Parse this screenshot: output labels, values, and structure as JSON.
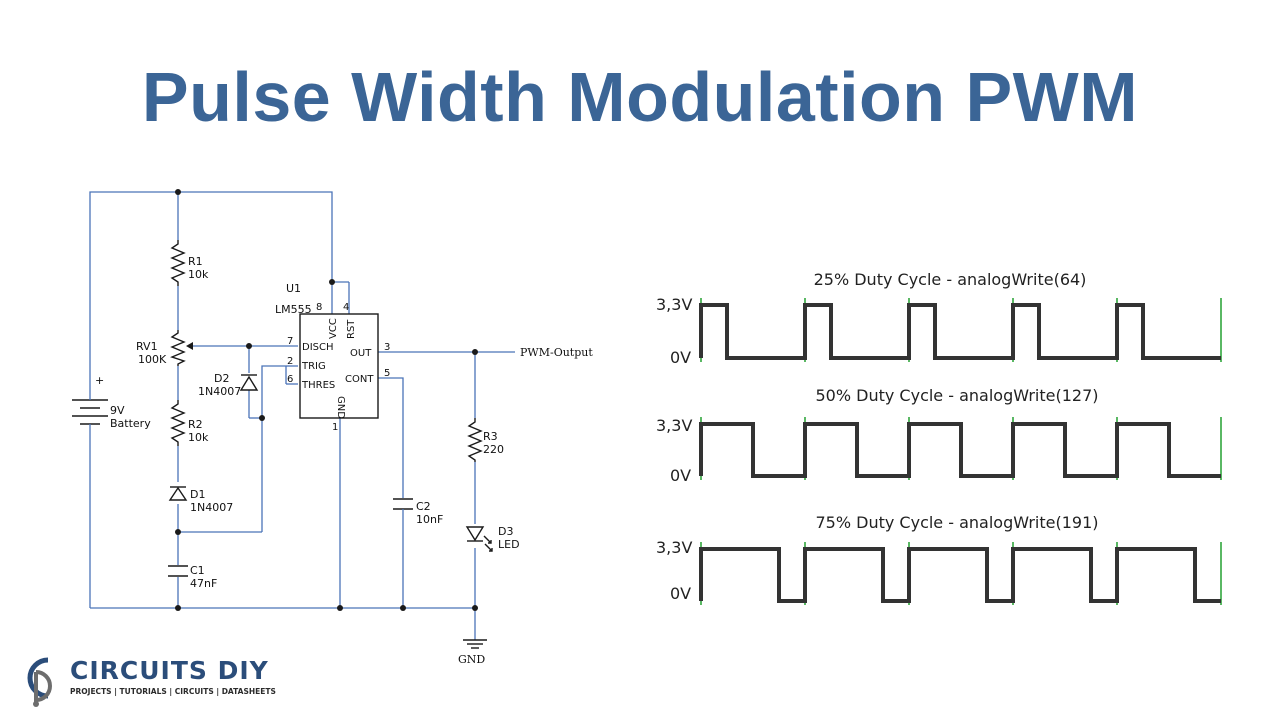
{
  "title": "Pulse Width Modulation PWM",
  "circuit": {
    "ic_ref": "U1",
    "ic_part": "LM555",
    "pins": {
      "vcc": "VCC",
      "vcc_num": "8",
      "rst": "RST",
      "rst_num": "4",
      "disch": "DISCH",
      "disch_num": "7",
      "trig": "TRIG",
      "trig_num": "2",
      "thres": "THRES",
      "thres_num": "6",
      "out": "OUT",
      "out_num": "3",
      "cont": "CONT",
      "cont_num": "5",
      "gnd": "GND",
      "gnd_num": "1"
    },
    "r1_ref": "R1",
    "r1_val": "10k",
    "rv1_ref": "RV1",
    "rv1_val": "100K",
    "r2_ref": "R2",
    "r2_val": "10k",
    "d1_ref": "D1",
    "d1_val": "1N4007",
    "d2_ref": "D2",
    "d2_val": "1N4007",
    "c1_ref": "C1",
    "c1_val": "47nF",
    "c2_ref": "C2",
    "c2_val": "10nF",
    "r3_ref": "R3",
    "r3_val": "220",
    "d3_ref": "D3",
    "d3_val": "LED",
    "battery_ref": "9V",
    "battery_val": "Battery",
    "battery_plus": "+",
    "output_label": "PWM-Output",
    "gnd_label": "GND"
  },
  "waveforms": [
    {
      "title": "25% Duty Cycle - analogWrite(64)",
      "high_label": "3,3V",
      "low_label": "0V",
      "duty": 0.25
    },
    {
      "title": "50% Duty Cycle - analogWrite(127)",
      "high_label": "3,3V",
      "low_label": "0V",
      "duty": 0.5
    },
    {
      "title": "75% Duty Cycle - analogWrite(191)",
      "high_label": "3,3V",
      "low_label": "0V",
      "duty": 0.75
    }
  ],
  "logo": {
    "name": "CIRCUITS DIY",
    "tagline": "PROJECTS | TUTORIALS | CIRCUITS | DATASHEETS",
    "color": "#2b4d7a"
  },
  "colors": {
    "title": "#3b6596",
    "wire": "#4a74b8",
    "marker": "#22a030"
  }
}
